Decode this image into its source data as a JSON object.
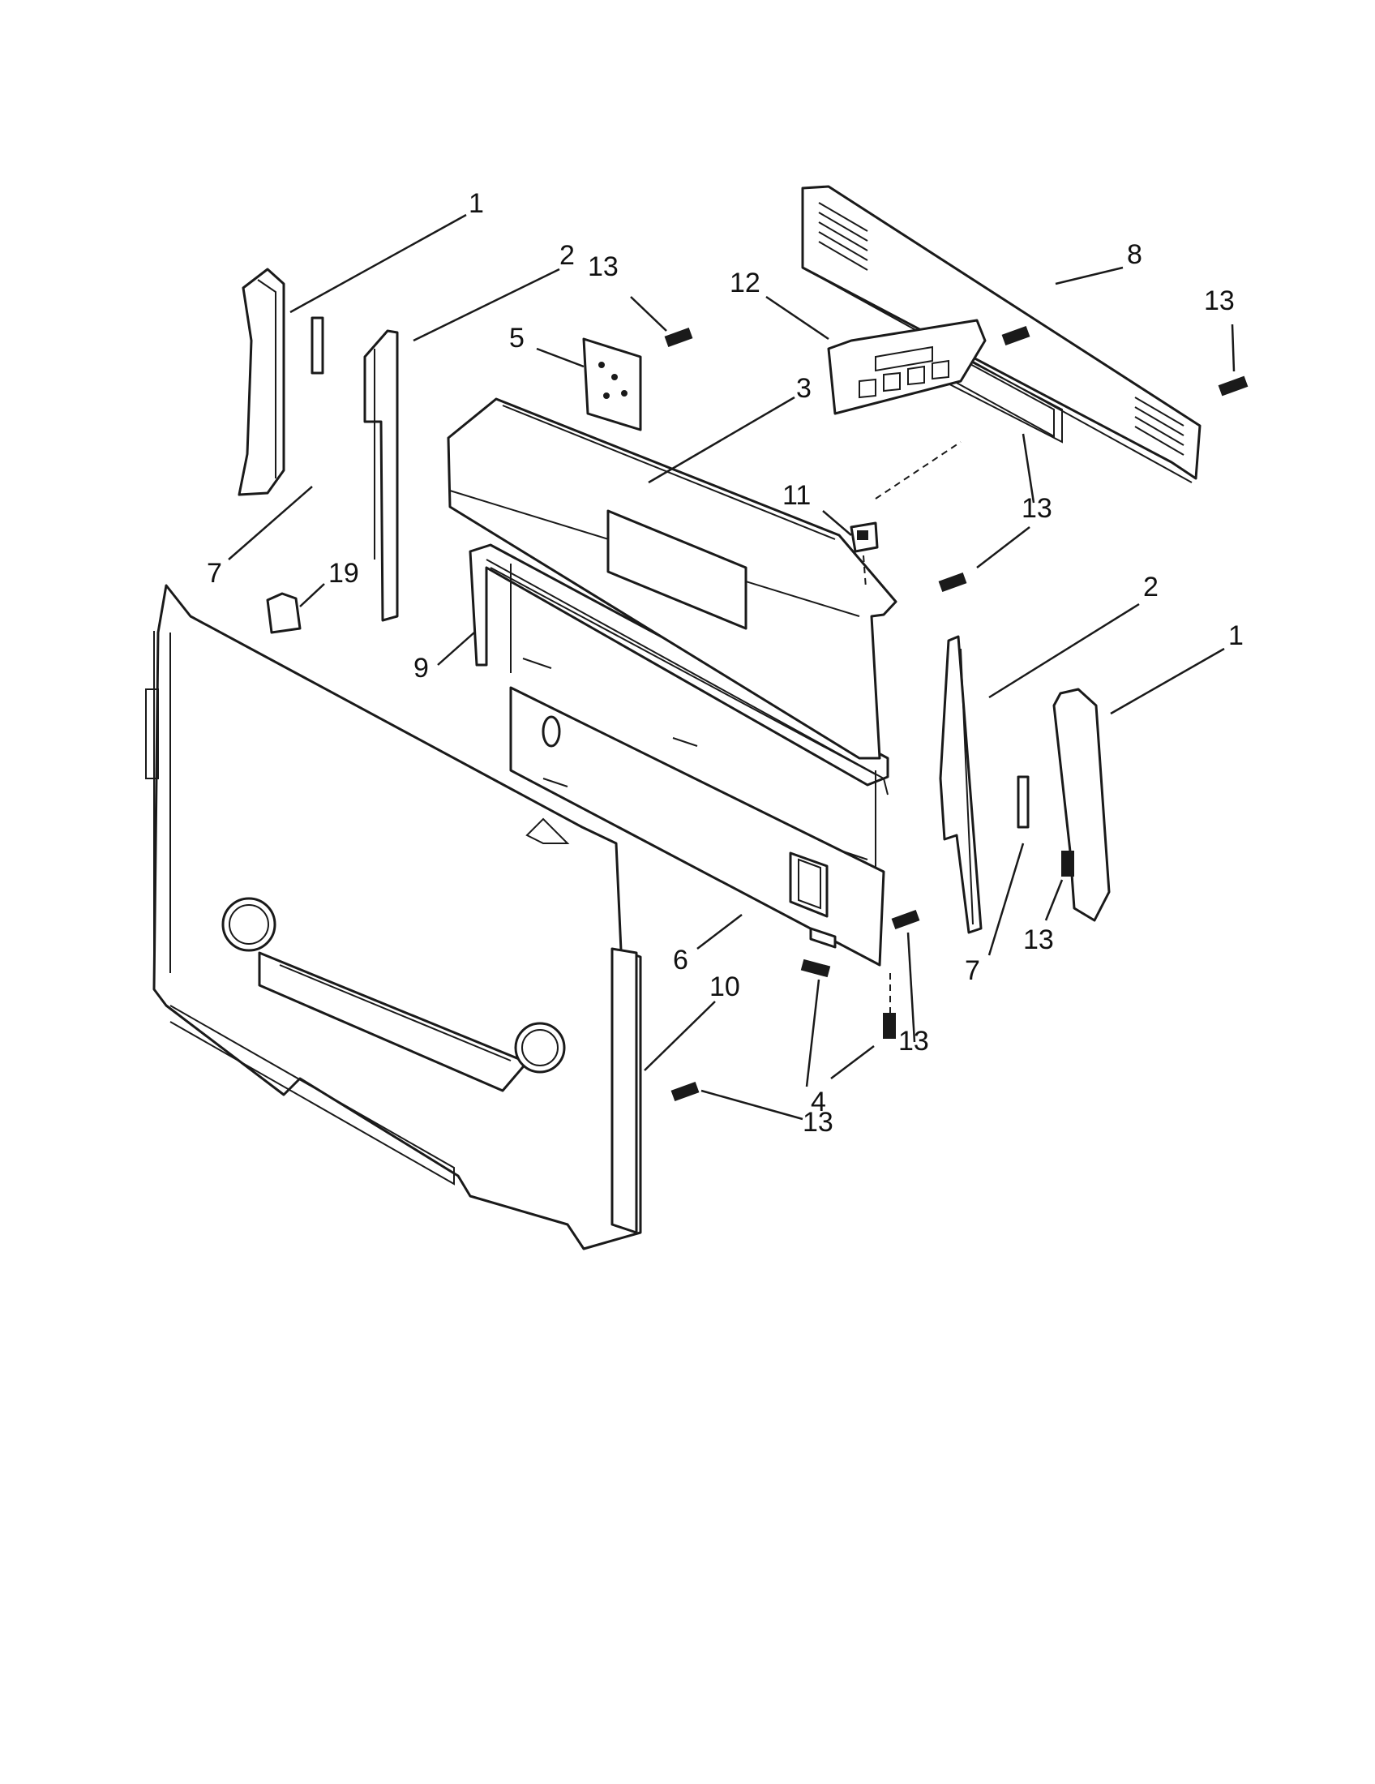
{
  "diagram": {
    "type": "exploded-parts-diagram",
    "callouts": [
      {
        "id": "c1a",
        "label": "1"
      },
      {
        "id": "c2a",
        "label": "2"
      },
      {
        "id": "c13a",
        "label": "13"
      },
      {
        "id": "c5",
        "label": "5"
      },
      {
        "id": "c12",
        "label": "12"
      },
      {
        "id": "c8",
        "label": "8"
      },
      {
        "id": "c13b",
        "label": "13"
      },
      {
        "id": "c3",
        "label": "3"
      },
      {
        "id": "c13c",
        "label": "13"
      },
      {
        "id": "c11",
        "label": "11"
      },
      {
        "id": "c7a",
        "label": "7"
      },
      {
        "id": "c19",
        "label": "19"
      },
      {
        "id": "c9",
        "label": "9"
      },
      {
        "id": "c2b",
        "label": "2"
      },
      {
        "id": "c1b",
        "label": "1"
      },
      {
        "id": "c6",
        "label": "6"
      },
      {
        "id": "c13d",
        "label": "13"
      },
      {
        "id": "c7b",
        "label": "7"
      },
      {
        "id": "c10",
        "label": "10"
      },
      {
        "id": "c13e",
        "label": "13"
      },
      {
        "id": "c4",
        "label": "4"
      },
      {
        "id": "c13f",
        "label": "13"
      }
    ]
  }
}
